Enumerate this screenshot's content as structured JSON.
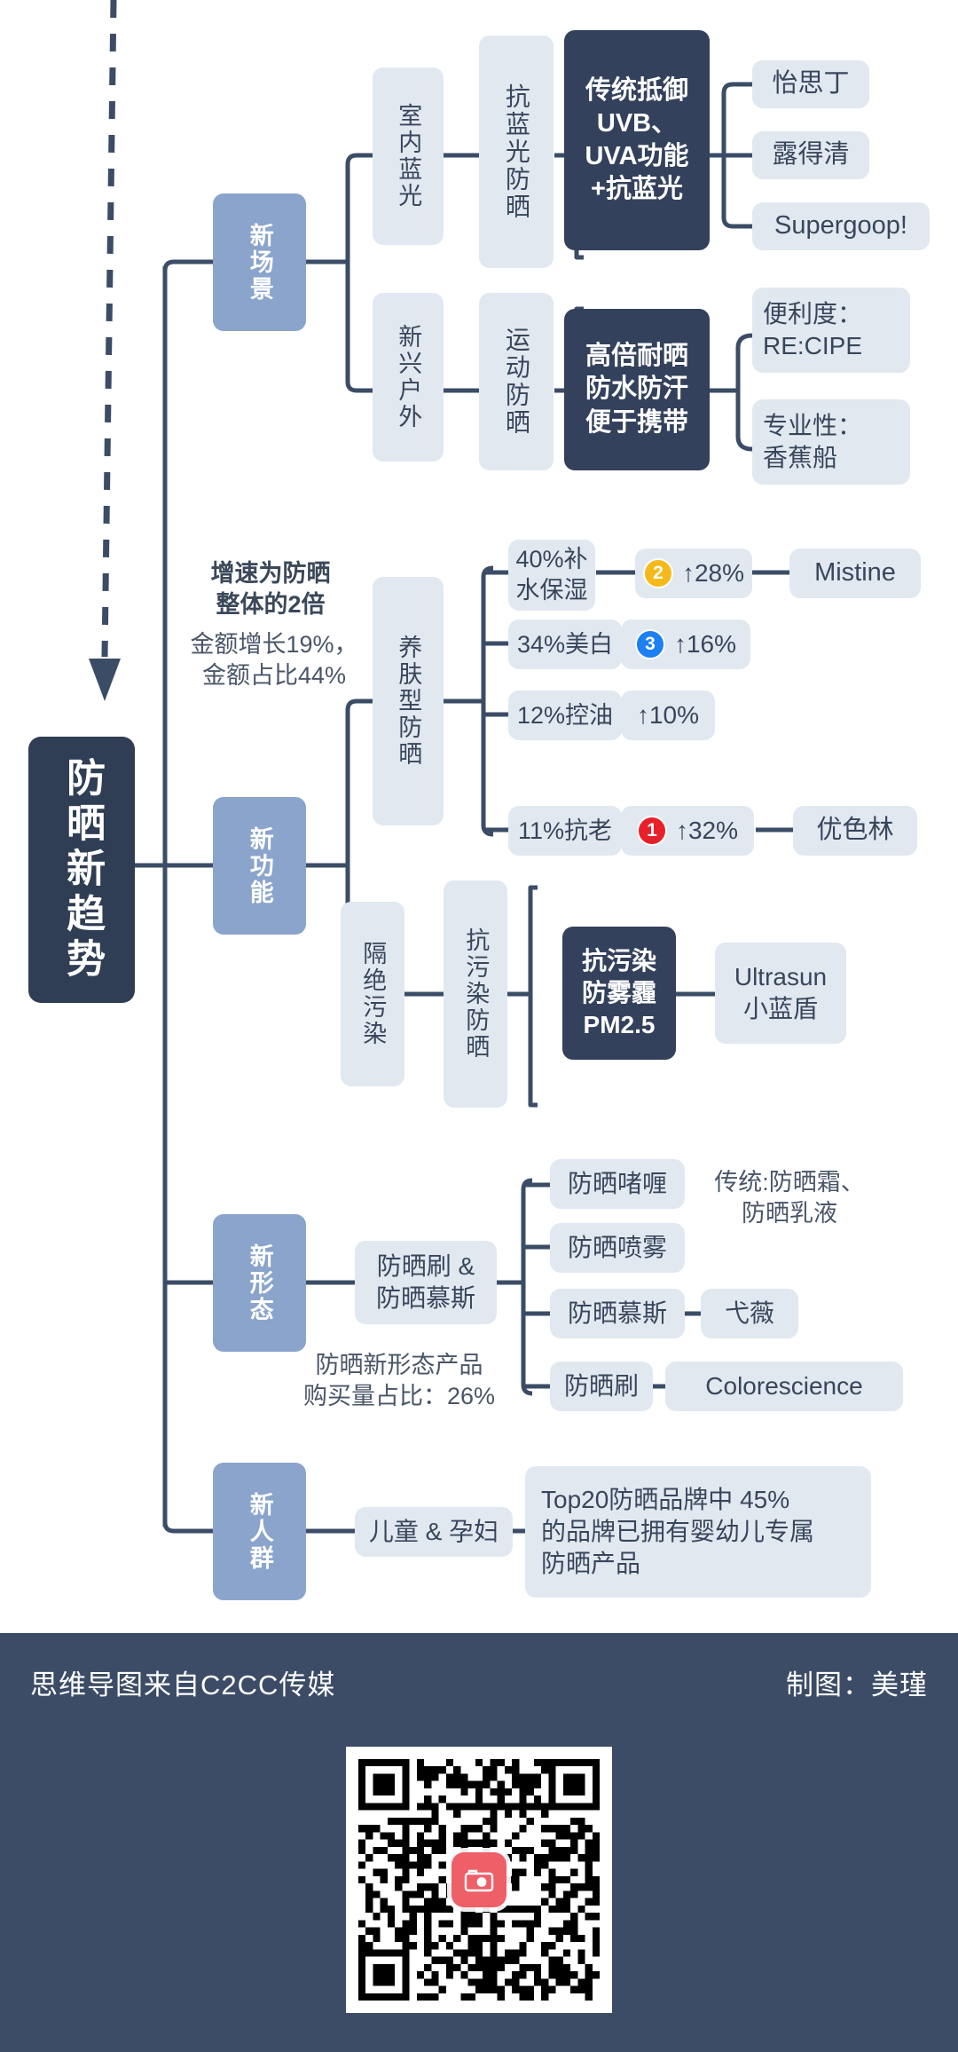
{
  "root": {
    "label": "防晒新趋势"
  },
  "branches": [
    {
      "key": "scene",
      "label": "新场景",
      "children": [
        {
          "label": "室内蓝光",
          "sub": "抗蓝光防晒",
          "detail": "传统抵御\nUVB、\nUVA功能+抗蓝光",
          "brands": [
            "怡思丁",
            "露得清",
            "Supergoop!"
          ]
        },
        {
          "label": "新兴户外",
          "sub": "运动防晒",
          "detail": "高倍耐晒\n防水防汗\n便于携带",
          "brands": [
            "便利度：\nRE:CIPE",
            "专业性：\n香蕉船"
          ]
        }
      ]
    },
    {
      "key": "function",
      "label": "新功能",
      "note_bold": "增速为防晒\n整体的2倍",
      "note_plain": "金额增长19%，\n金额占比44%",
      "children": [
        {
          "label": "养肤型防晒",
          "rows": [
            {
              "share": "40%补\n水保湿",
              "rank": "2",
              "rank_color": "#f6b91b",
              "growth": "↑28%",
              "brand": "Mistine"
            },
            {
              "share": "34%美白",
              "rank": "3",
              "rank_color": "#1c7ff2",
              "growth": "↑16%",
              "brand": ""
            },
            {
              "share": "12%控油",
              "rank": "",
              "rank_color": "",
              "growth": "↑10%",
              "brand": ""
            },
            {
              "share": "11%抗老",
              "rank": "1",
              "rank_color": "#e8202a",
              "growth": "↑32%",
              "brand": "优色林"
            }
          ]
        },
        {
          "label": "隔绝污染",
          "sub": "抗污染防晒",
          "detail": "抗污染\n防雾霾\nPM2.5",
          "brand": "Ultrasun\n小蓝盾"
        }
      ]
    },
    {
      "key": "form",
      "label": "新形态",
      "sub": "防晒刷 &\n防晒慕斯",
      "note_plain": "防晒新形态产品\n购买量占比：26%",
      "items": [
        {
          "label": "防晒啫喱",
          "brand": ""
        },
        {
          "label": "防晒喷雾",
          "brand": ""
        },
        {
          "label": "防晒慕斯",
          "brand": "弋薇"
        },
        {
          "label": "防晒刷",
          "brand": "Colorescience"
        }
      ],
      "traditional": "传统:防晒霜、\n防晒乳液"
    },
    {
      "key": "audience",
      "label": "新人群",
      "sub": "儿童 & 孕妇",
      "detail": "Top20防晒品牌中 45%\n的品牌已拥有婴幼儿专属\n防晒产品"
    }
  ],
  "footer": {
    "source": "思维导图来自C2CC传媒",
    "credit": "制图：美瑾",
    "qr_logo_icon": "camera-icon"
  },
  "colors": {
    "root_bg": "#2f3e54",
    "branch_bg": "#8aa4cc",
    "dark_bg": "#33415c",
    "light_bg": "#e2e8f0",
    "line": "#3b4c66",
    "footer_bg": "#3c4c66",
    "qr_logo": "#ef5f68"
  }
}
